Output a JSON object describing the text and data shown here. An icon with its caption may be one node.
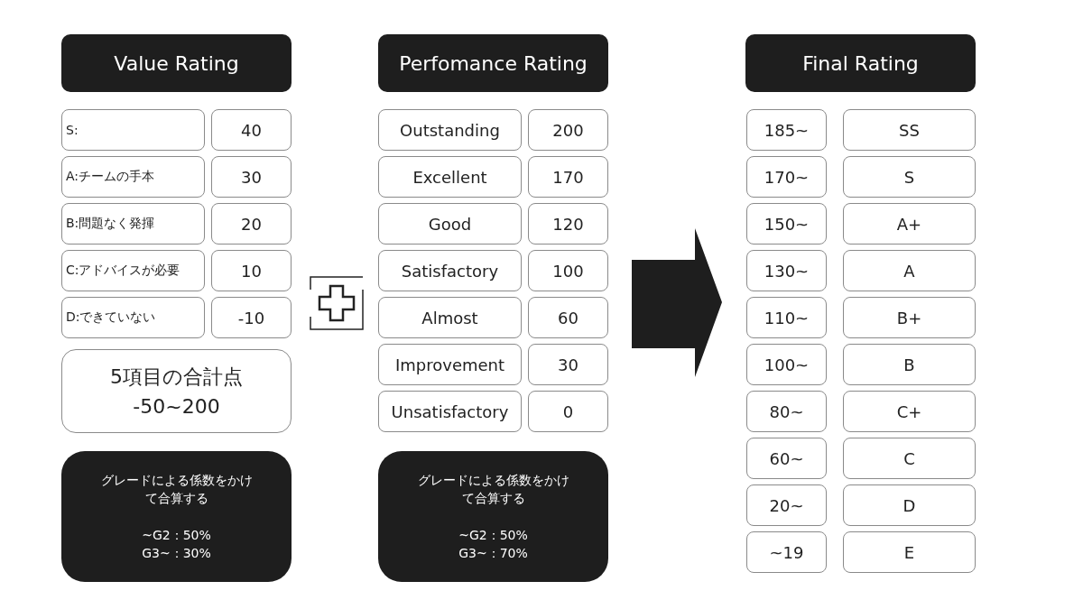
{
  "diagram": {
    "nodes": [
      {
        "text": [
          "Value Rating"
        ]
      },
      {
        "text": [
          "S:"
        ]
      },
      {
        "text": [
          "40"
        ]
      },
      {
        "text": [
          "A:チームの手本"
        ]
      },
      {
        "text": [
          "30"
        ]
      },
      {
        "text": [
          "B:問題なく発揮"
        ]
      },
      {
        "text": [
          "20"
        ]
      },
      {
        "text": [
          "C:アドバイスが必要"
        ]
      },
      {
        "text": [
          "10"
        ]
      },
      {
        "text": [
          "D:できていない"
        ]
      },
      {
        "text": [
          "-10"
        ]
      },
      {
        "text": [
          "5項目の合計点",
          "-50~200"
        ]
      },
      {
        "text": [
          "グレードによる係数をかけて合算する",
          "~G2：50%",
          "G3~：30%"
        ]
      },
      {
        "text": [],
        "shape": "plus"
      },
      {
        "text": [
          "Perfomance Rating"
        ]
      },
      {
        "text": [
          "Outstanding"
        ]
      },
      {
        "text": [
          "200"
        ]
      },
      {
        "text": [
          "Excellent"
        ]
      },
      {
        "text": [
          "170"
        ]
      },
      {
        "text": [
          "Good"
        ]
      },
      {
        "text": [
          "120"
        ]
      },
      {
        "text": [
          "Satisfactory"
        ]
      },
      {
        "text": [
          "100"
        ]
      },
      {
        "text": [
          "Almost"
        ]
      },
      {
        "text": [
          "60"
        ]
      },
      {
        "text": [
          "Improvement"
        ]
      },
      {
        "text": [
          "30"
        ]
      },
      {
        "text": [
          "Unsatisfactory"
        ]
      },
      {
        "text": [
          "0"
        ]
      },
      {
        "text": [
          "グレードによる係数をかけて合算する",
          "~G2：50%",
          "G3~：70%"
        ]
      },
      {
        "text": [],
        "shape": "arrow"
      },
      {
        "text": [
          "Final Rating"
        ]
      },
      {
        "text": [
          "185~"
        ]
      },
      {
        "text": [
          "SS"
        ]
      },
      {
        "text": [
          "170~"
        ]
      },
      {
        "text": [
          "S"
        ]
      },
      {
        "text": [
          "150~"
        ]
      },
      {
        "text": [
          "A+"
        ]
      },
      {
        "text": [
          "130~"
        ]
      },
      {
        "text": [
          "A"
        ]
      },
      {
        "text": [
          "110~"
        ]
      },
      {
        "text": [
          "B+"
        ]
      },
      {
        "text": [
          "100~"
        ]
      },
      {
        "text": [
          "B"
        ]
      },
      {
        "text": [
          "80~"
        ]
      },
      {
        "text": [
          "C+"
        ]
      },
      {
        "text": [
          "60~"
        ]
      },
      {
        "text": [
          "C"
        ]
      },
      {
        "text": [
          "20~"
        ]
      },
      {
        "text": [
          "D"
        ]
      },
      {
        "text": [
          "~19"
        ]
      },
      {
        "text": [
          "E"
        ]
      }
    ]
  }
}
